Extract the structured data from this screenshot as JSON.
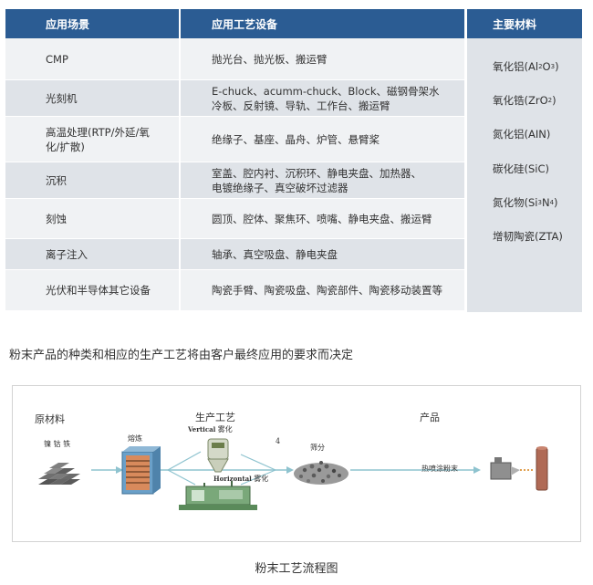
{
  "table": {
    "headers": {
      "application": "应用场景",
      "process": "应用工艺设备",
      "materials": "主要材料"
    },
    "rows": [
      {
        "application": "CMP",
        "process": "抛光台、抛光板、搬运臂"
      },
      {
        "application": "光刻机",
        "process": "E-chuck、acumm-chuck、Block、磁钢骨架水冷板、反射镜、导轨、工作台、搬运臂"
      },
      {
        "application": "高温处理(RTP/外延/氧化/扩散)",
        "process": "绝缘子、基座、晶舟、炉管、悬臂桨"
      },
      {
        "application": "沉积",
        "process": "室盖、腔内衬、沉积环、静电夹盘、加热器、电镀绝缘子、真空破坏过滤器"
      },
      {
        "application": "刻蚀",
        "process": "圆顶、腔体、聚焦环、喷嘴、静电夹盘、搬运臂"
      },
      {
        "application": "离子注入",
        "process": "轴承、真空吸盘、静电夹盘"
      },
      {
        "application": "光伏和半导体其它设备",
        "process": "陶瓷手臂、陶瓷吸盘、陶瓷部件、陶瓷移动装置等"
      }
    ],
    "materials": [
      {
        "main": "氧化铝(Al",
        "s1": "2",
        "mid": "O",
        "s2": "3",
        "end": ")"
      },
      {
        "main": "氧化锆(ZrO",
        "s1": "2",
        "mid": "",
        "s2": "",
        "end": ")"
      },
      {
        "main": "氮化铝(AIN)",
        "s1": "",
        "mid": "",
        "s2": "",
        "end": ""
      },
      {
        "main": "碳化硅(SiC)",
        "s1": "",
        "mid": "",
        "s2": "",
        "end": ""
      },
      {
        "main": "氮化物(Si",
        "s1": "3",
        "mid": "N",
        "s2": "4",
        "end": ")"
      },
      {
        "main": "增韧陶瓷(ZTA)",
        "s1": "",
        "mid": "",
        "s2": "",
        "end": ""
      }
    ]
  },
  "caption_top": "粉末产品的种类和相应的生产工艺将由客户最终应用的要求而决定",
  "flow": {
    "raw_materials": "原材料",
    "metals": "镍 钴 铁",
    "melting": "熔炼",
    "process_label": "生产工艺",
    "vertical": "Vertical",
    "vertical_atomize": "雾化",
    "horizontal": "Horizontal",
    "horizontal_atomize": "雾化",
    "number_mark": "4",
    "screening": "筛分",
    "product": "产品",
    "thermal_spray_powder": "热喷涂粉末"
  },
  "caption_bottom": "粉末工艺流程图"
}
